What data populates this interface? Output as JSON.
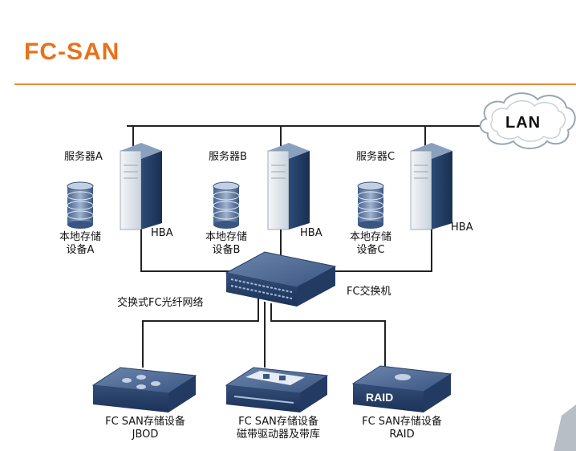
{
  "title": "FC-SAN",
  "lan": {
    "label": "LAN"
  },
  "servers": [
    {
      "name": "服务器A",
      "hba": "HBA",
      "local_storage": [
        "本地存储",
        "设备A"
      ]
    },
    {
      "name": "服务器B",
      "hba": "HBA",
      "local_storage": [
        "本地存储",
        "设备B"
      ]
    },
    {
      "name": "服务器C",
      "hba": "HBA",
      "local_storage": [
        "本地存储",
        "设备C"
      ]
    }
  ],
  "switch": {
    "network_label": "交换式FC光纤网络",
    "label": "FC交换机"
  },
  "storage_devices": [
    {
      "lines": [
        "FC SAN存储设备",
        "JBOD"
      ]
    },
    {
      "lines": [
        "FC SAN存储设备",
        "磁带驱动器及带库"
      ]
    },
    {
      "lines": [
        "FC SAN存储设备",
        "RAID"
      ]
    }
  ],
  "raid_badge": "RAID"
}
